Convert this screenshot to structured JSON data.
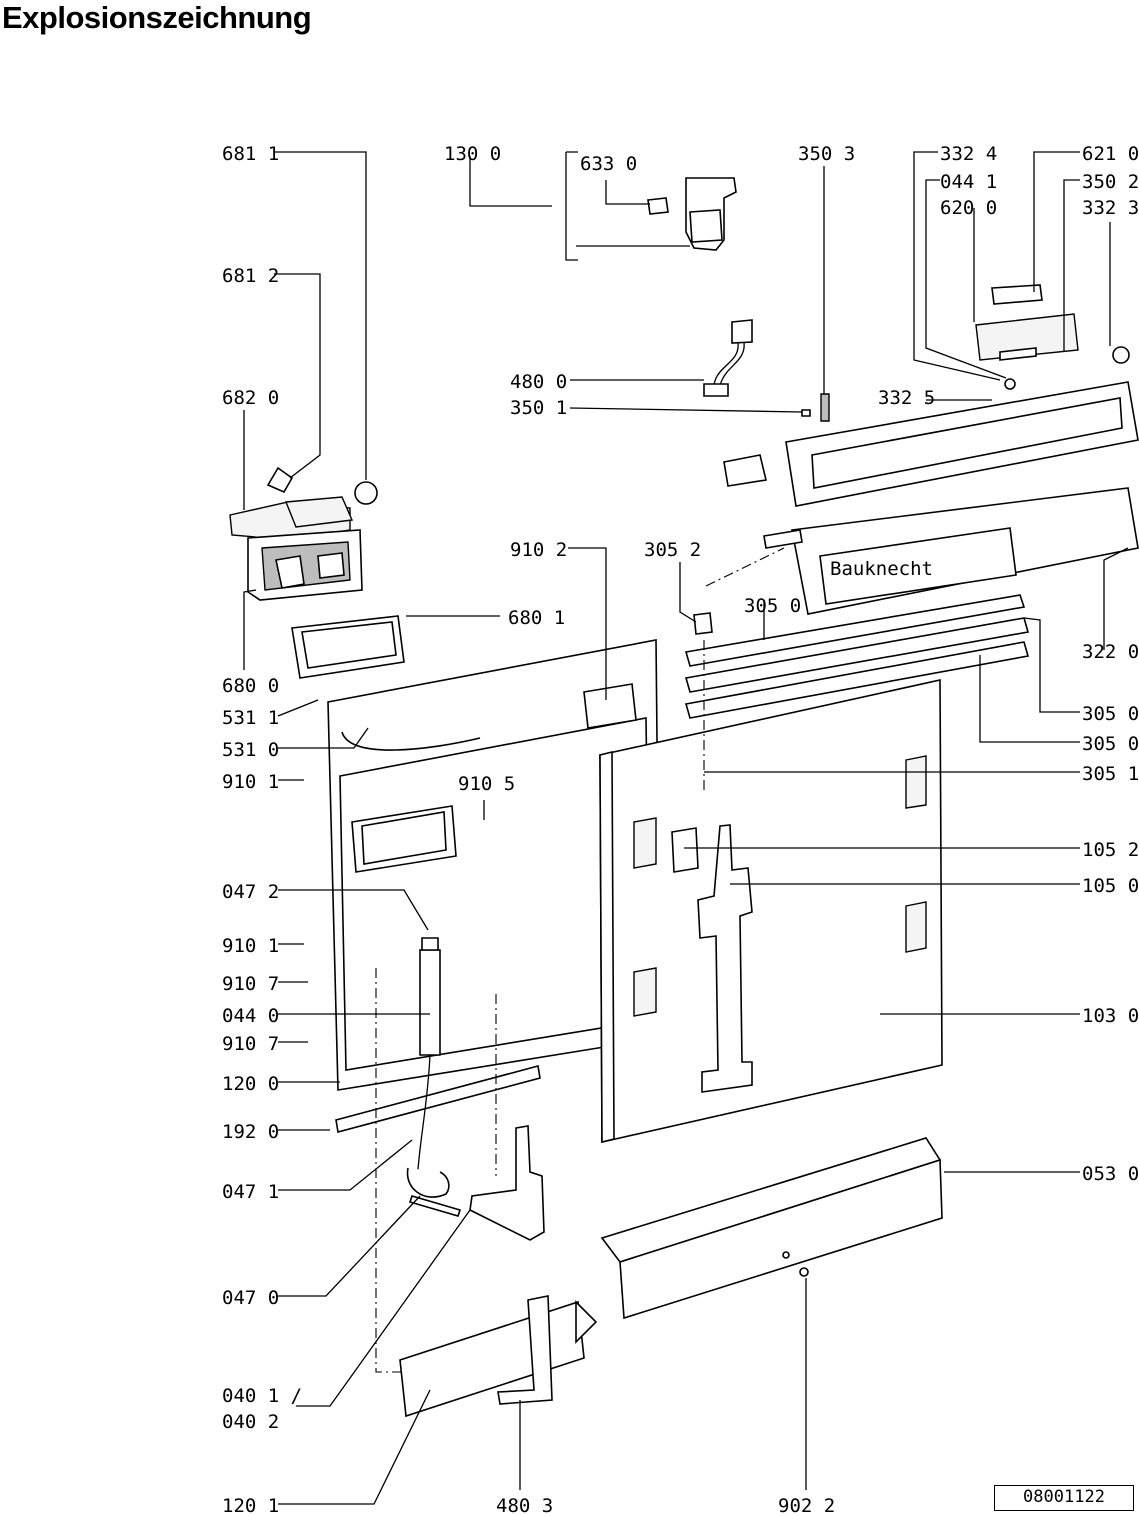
{
  "title": "Explosionszeichnung",
  "drawing_id": "08001122",
  "brand_text": "Bauknecht",
  "callouts": [
    {
      "id": "c6811",
      "text": "681 1"
    },
    {
      "id": "c1300",
      "text": "130 0"
    },
    {
      "id": "c6330",
      "text": "633 0"
    },
    {
      "id": "c3503",
      "text": "350 3"
    },
    {
      "id": "c3324",
      "text": "332 4"
    },
    {
      "id": "c0441",
      "text": "044 1"
    },
    {
      "id": "c6200",
      "text": "620 0"
    },
    {
      "id": "c6210",
      "text": "621 0"
    },
    {
      "id": "c3502",
      "text": "350 2"
    },
    {
      "id": "c3323",
      "text": "332 3"
    },
    {
      "id": "c6812",
      "text": "681 2"
    },
    {
      "id": "c4800",
      "text": "480 0"
    },
    {
      "id": "c3501",
      "text": "350 1"
    },
    {
      "id": "c3325",
      "text": "332 5"
    },
    {
      "id": "c6820",
      "text": "682 0"
    },
    {
      "id": "c9102",
      "text": "910 2"
    },
    {
      "id": "c3052",
      "text": "305 2"
    },
    {
      "id": "c3050a",
      "text": "305 0"
    },
    {
      "id": "c6801",
      "text": "680 1"
    },
    {
      "id": "c3220",
      "text": "322 0"
    },
    {
      "id": "c6800",
      "text": "680 0"
    },
    {
      "id": "c5311",
      "text": "531 1"
    },
    {
      "id": "c5310",
      "text": "531 0"
    },
    {
      "id": "c3050b",
      "text": "305 0"
    },
    {
      "id": "c3050c",
      "text": "305 0"
    },
    {
      "id": "c9101a",
      "text": "910 1"
    },
    {
      "id": "c9105",
      "text": "910 5"
    },
    {
      "id": "c3051",
      "text": "305 1"
    },
    {
      "id": "c1052",
      "text": "105 2"
    },
    {
      "id": "c0472",
      "text": "047 2"
    },
    {
      "id": "c1050",
      "text": "105 0"
    },
    {
      "id": "c9101b",
      "text": "910 1"
    },
    {
      "id": "c9107a",
      "text": "910 7"
    },
    {
      "id": "c0440",
      "text": "044 0"
    },
    {
      "id": "c1030",
      "text": "103 0"
    },
    {
      "id": "c9107b",
      "text": "910 7"
    },
    {
      "id": "c1200",
      "text": "120 0"
    },
    {
      "id": "c1920",
      "text": "192 0"
    },
    {
      "id": "c0471",
      "text": "047 1"
    },
    {
      "id": "c0530",
      "text": "053 0"
    },
    {
      "id": "c0470",
      "text": "047 0"
    },
    {
      "id": "c0401",
      "text": "040 1 /"
    },
    {
      "id": "c0402",
      "text": "040 2"
    },
    {
      "id": "c1201",
      "text": "120 1"
    },
    {
      "id": "c4803",
      "text": "480 3"
    },
    {
      "id": "c9022",
      "text": "902 2"
    }
  ]
}
